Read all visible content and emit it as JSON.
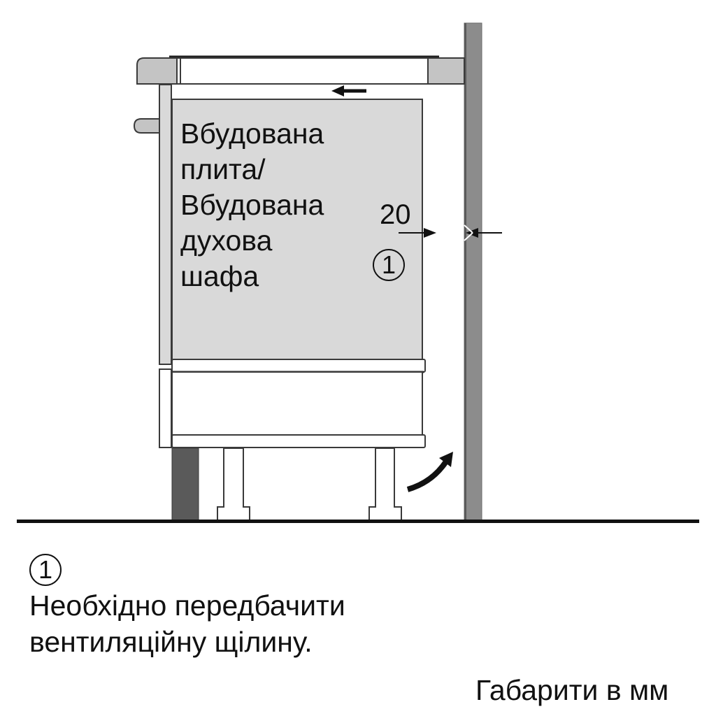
{
  "diagram": {
    "appliance_label_lines": [
      "Вбудована",
      "плита/",
      "Вбудована",
      "духова",
      "шафа"
    ],
    "dimension_gap_mm": "20",
    "callout_marker": "1",
    "colors": {
      "panel_fill": "#d9d9d9",
      "hob_frame": "#c4c4c4",
      "wall": "#8c8c8c",
      "plinth": "#5a5a5a",
      "outline": "#3a3a3a",
      "floor": "#111111"
    }
  },
  "legend": {
    "marker": "1",
    "note_lines": [
      "Необхідно передбачити",
      "вентиляційну щілину."
    ]
  },
  "footer": {
    "units_text": "Габарити в мм"
  }
}
